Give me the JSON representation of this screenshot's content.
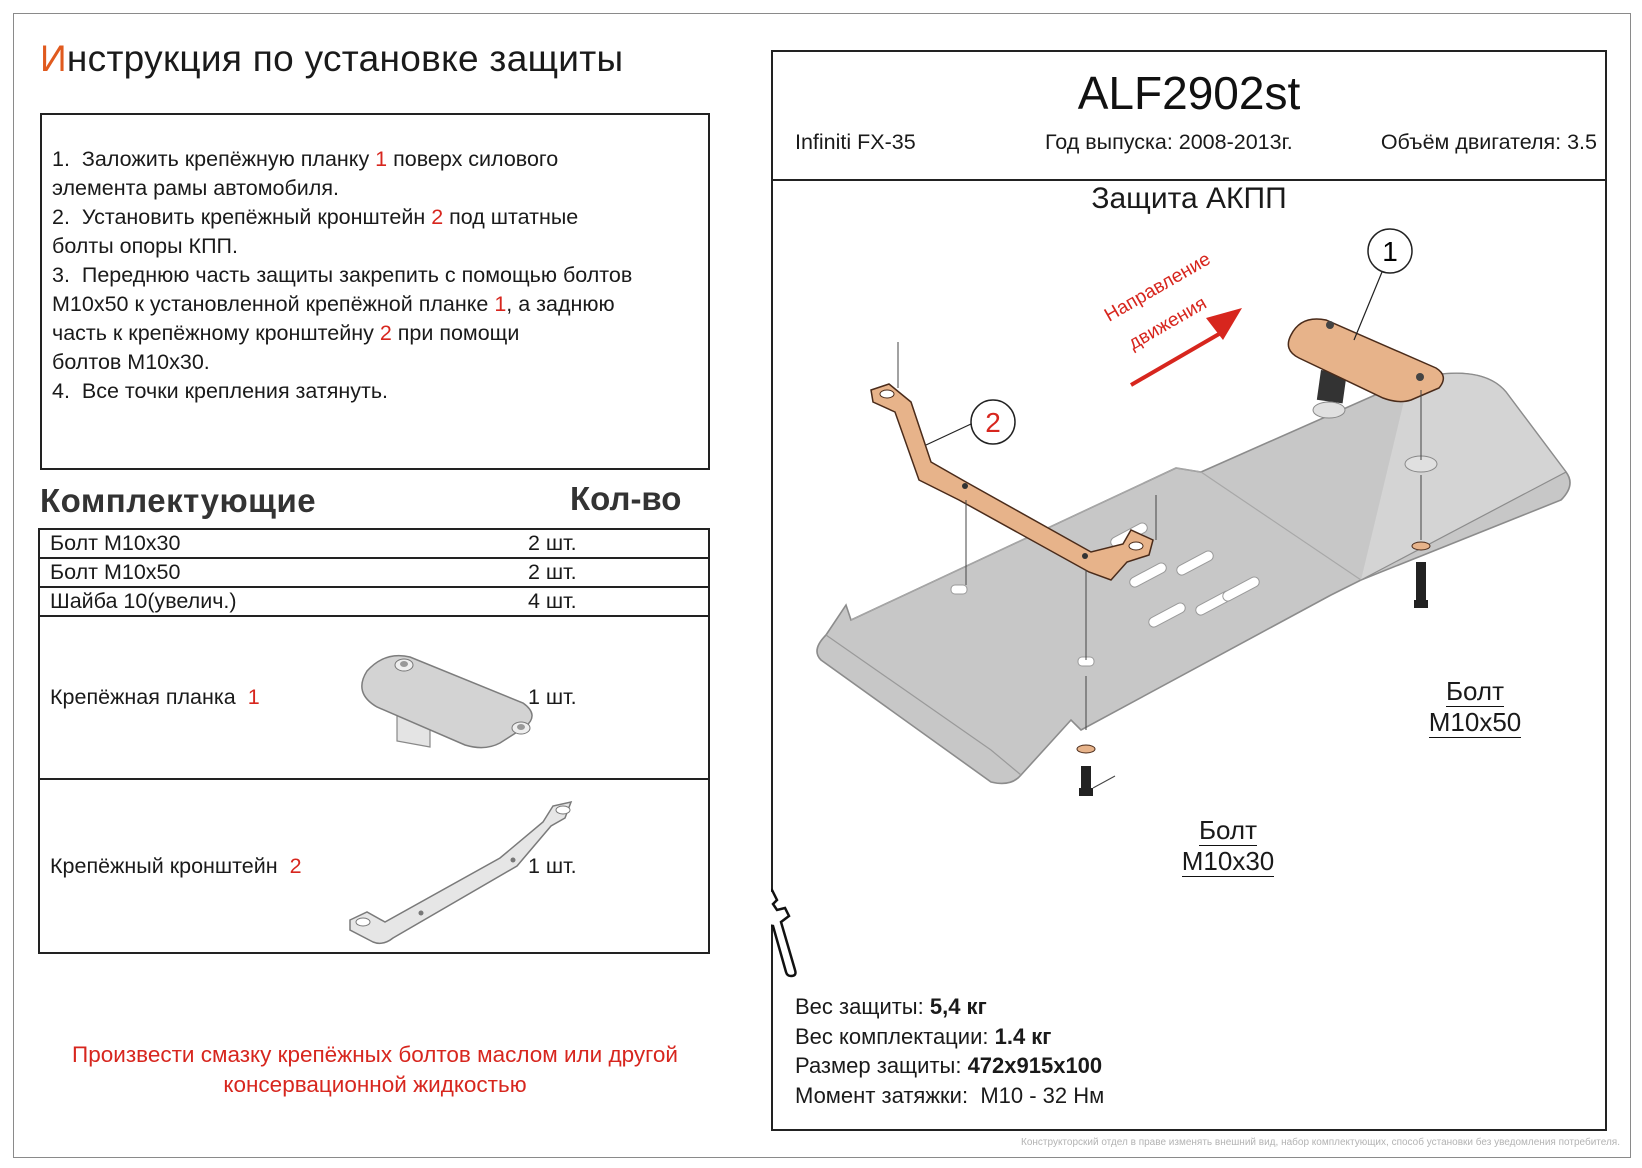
{
  "instruction": {
    "title_first": "И",
    "title_rest": "нструкция по установке защиты",
    "steps": [
      {
        "n": "1.",
        "a": "Заложить крепёжную планку ",
        "r": "1",
        "b": " поверх силового",
        "c": "элемента рамы автомобиля."
      },
      {
        "n": "2.",
        "a": "Установить крепёжный кронштейн ",
        "r": "2",
        "b": " под штатные",
        "c": "болты опоры КПП."
      },
      {
        "n": "3.",
        "a": "Переднюю часть защиты закрепить с помощью болтов",
        "a2": "M10x50 к установленной крепёжной планке ",
        "r": "1",
        "b": ", а заднюю",
        "c1": "часть к крепёжному кронштейну ",
        "r2": "2",
        "c2": " при помощи",
        "c3": "болтов M10x30."
      },
      {
        "n": "4.",
        "a": "Все точки крепления затянуть."
      }
    ]
  },
  "components": {
    "title": "Комплектующие",
    "qty_title": "Кол-во",
    "rows": [
      {
        "name": "Болт M10x30",
        "qty": "2 шт."
      },
      {
        "name": "Болт M10x50",
        "qty": "2 шт."
      },
      {
        "name": "Шайба 10(увелич.)",
        "qty": "4 шт."
      },
      {
        "name": "Крепёжная планка",
        "num": "1",
        "qty": "1 шт."
      },
      {
        "name": "Крепёжный кронштейн",
        "num": "2",
        "qty": "1 шт."
      }
    ]
  },
  "warning": {
    "line1": "Произвести смазку крепёжных болтов маслом или другой",
    "line2": "консервационной жидкостью"
  },
  "product": {
    "code": "ALF2902st",
    "car": "Infiniti FX-35",
    "year": "Год выпуска: 2008-2013г.",
    "engine": "Объём двигателя: 3.5",
    "name": "Защита АКПП"
  },
  "diagram": {
    "direction_1": "Направление",
    "direction_2": "движения",
    "callout_1": "1",
    "callout_2": "2",
    "bolt_50_a": "Болт",
    "bolt_50_b": "M10x50",
    "bolt_30_a": "Болт",
    "bolt_30_b": "M10x30"
  },
  "specs": {
    "weight_label": "Вес защиты: ",
    "weight": "5,4 кг",
    "kit_label": "Вес комплектации: ",
    "kit": "1.4 кг",
    "size_label": "Размер защиты: ",
    "size": "472x915x100",
    "torque_label": "Момент затяжки:",
    "torque": "M10 - 32 Нм"
  },
  "disclaimer": "Конструкторский отдел в праве изменять внешний вид, набор комплектующих, способ установки без уведомления потребителя.",
  "colors": {
    "red": "#d7261e",
    "copper": "#e8b48a",
    "plate": "#c9c9c9"
  }
}
